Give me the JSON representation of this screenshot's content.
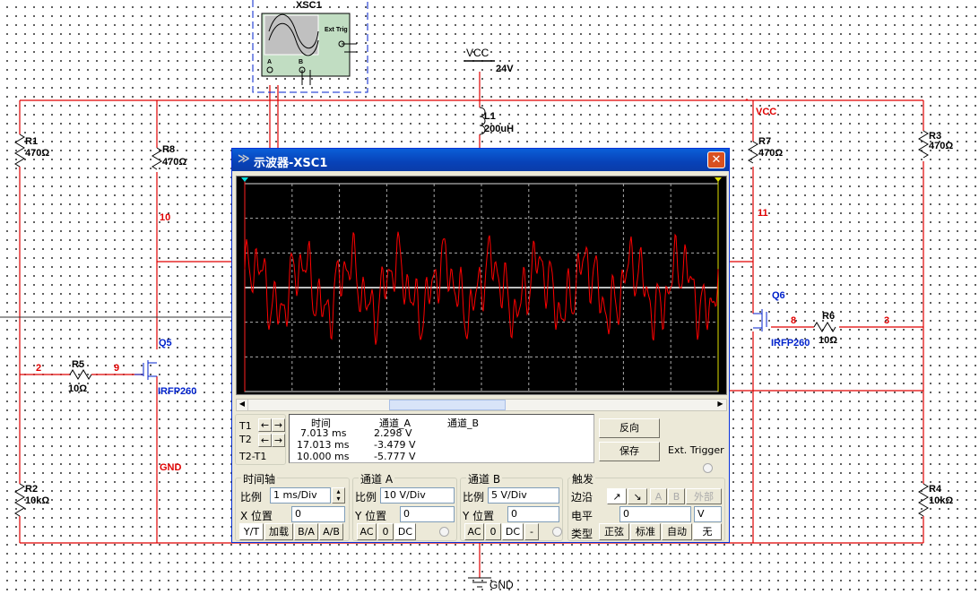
{
  "schematic": {
    "instrument": {
      "name": "XSC1",
      "ext_trig": "Ext Trig",
      "ch_a": "A",
      "ch_b": "B"
    },
    "vcc": {
      "label": "VCC",
      "value": "24V",
      "rail_label": "VCC"
    },
    "gnd": {
      "label": "GND",
      "net_label": "GND"
    },
    "components": [
      {
        "ref": "R1",
        "value": "470Ω"
      },
      {
        "ref": "R8",
        "value": "470Ω"
      },
      {
        "ref": "R2",
        "value": "10kΩ"
      },
      {
        "ref": "R5",
        "value": "10Ω"
      },
      {
        "ref": "L1",
        "value": "200uH"
      },
      {
        "ref": "R7",
        "value": "470Ω"
      },
      {
        "ref": "R3",
        "value": "470Ω"
      },
      {
        "ref": "R4",
        "value": "10kΩ"
      },
      {
        "ref": "R6",
        "value": "10Ω"
      },
      {
        "ref": "Q5",
        "value": "IRFP260"
      },
      {
        "ref": "Q6",
        "value": "IRFP260"
      }
    ],
    "nets": {
      "n10": "10",
      "n11": "11",
      "n2": "2",
      "n9": "9",
      "n8": "8",
      "n3": "3"
    }
  },
  "scope": {
    "title": "示波器-XSC1",
    "close": "✕",
    "colors": {
      "trace": "#ff0000",
      "screen": "#000000",
      "titlebar": "#0a5fd8"
    },
    "cursors": {
      "t1": "T1",
      "t2": "T2",
      "diff": "T2-T1"
    },
    "readout": {
      "headers": [
        "时间",
        "通道_A",
        "通道_B"
      ],
      "rows": [
        [
          "7.013 ms",
          "2.298 V",
          ""
        ],
        [
          "17.013 ms",
          "-3.479 V",
          ""
        ],
        [
          "10.000 ms",
          "-5.777 V",
          ""
        ]
      ]
    },
    "buttons": {
      "reverse": "反向",
      "save": "保存",
      "ext_trigger": "Ext. Trigger"
    },
    "timebase": {
      "title": "时间轴",
      "scale_label": "比例",
      "scale": "1 ms/Div",
      "xpos_label": "X 位置",
      "xpos": "0",
      "modes": [
        "Y/T",
        "加载",
        "B/A",
        "A/B"
      ]
    },
    "channel_a": {
      "title": "通道 A",
      "scale_label": "比例",
      "scale": "10  V/Div",
      "ypos_label": "Y 位置",
      "ypos": "0",
      "coupling": [
        "AC",
        "0",
        "DC"
      ]
    },
    "channel_b": {
      "title": "通道 B",
      "scale_label": "比例",
      "scale": "5  V/Div",
      "ypos_label": "Y 位置",
      "ypos": "0",
      "coupling": [
        "AC",
        "0",
        "DC",
        "-"
      ]
    },
    "trigger": {
      "title": "触发",
      "edge_label": "边沿",
      "edges": [
        "↗",
        "↘"
      ],
      "sources": [
        "A",
        "B",
        "外部"
      ],
      "level_label": "电平",
      "level": "0",
      "level_unit": "V",
      "type_label": "类型",
      "types": [
        "正弦",
        "标准",
        "自动",
        "无"
      ]
    }
  }
}
